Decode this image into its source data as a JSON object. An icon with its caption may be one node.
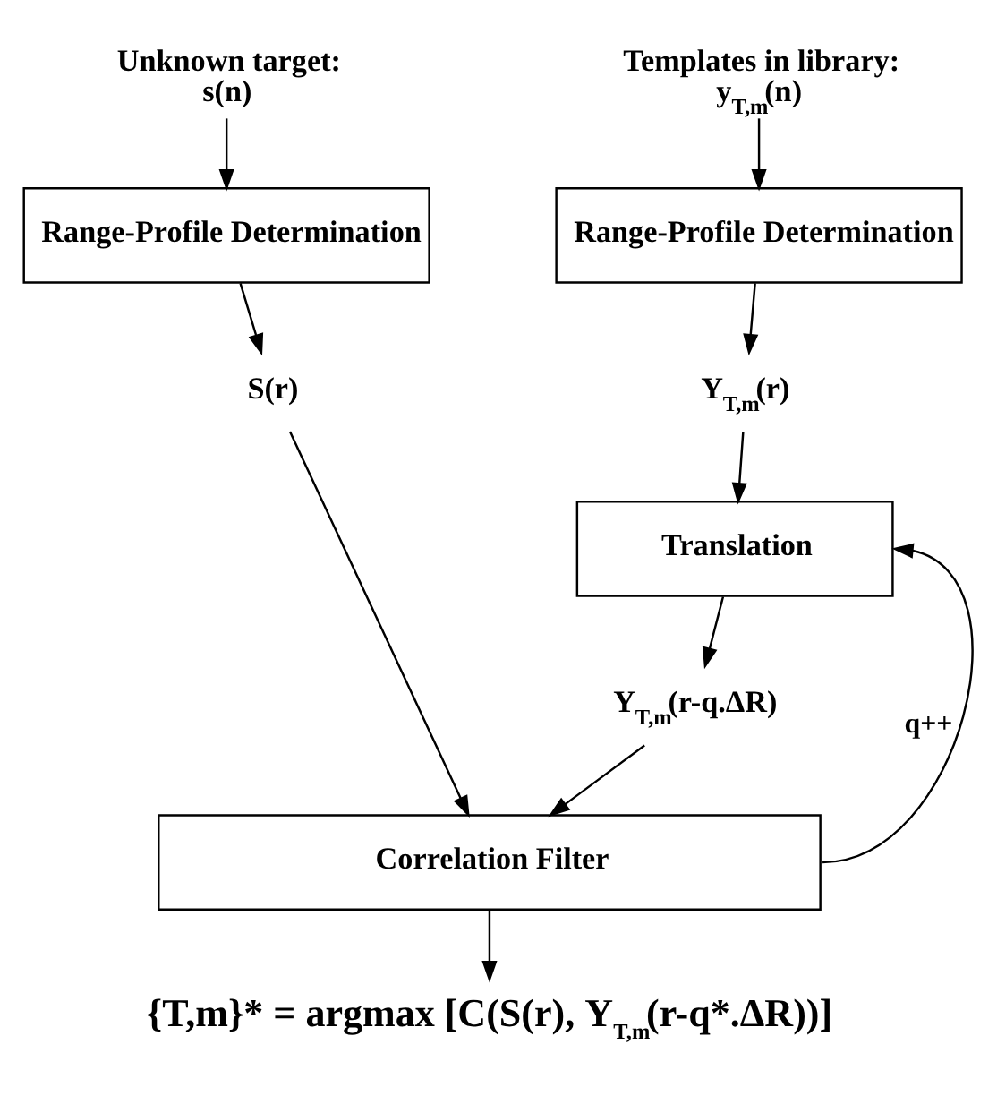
{
  "diagram": {
    "nodes": [
      {
        "text": [
          "Unknown target:",
          "s(n)"
        ]
      },
      {
        "text": [
          "Range-Profile Determination"
        ]
      },
      {
        "text": [
          "S(r)"
        ]
      },
      {
        "text": [
          "Templates in library:",
          "y$_{T,m}$(n)"
        ]
      },
      {
        "text": [
          "Range-Profile Determination"
        ]
      },
      {
        "text": [
          "Y$_{T,m}$(r)"
        ]
      },
      {
        "text": [
          "Translation"
        ]
      },
      {
        "text": [
          "Y$_{T,m}$(r-q.ΔR)"
        ]
      },
      {
        "text": [
          "Correlation Filter"
        ]
      },
      {
        "text": [
          "{T,m}* = argmax [C(S(r), Y$_{T,m}$(r-q*.ΔR))]"
        ]
      }
    ],
    "edges": [
      {
        "from": 0,
        "to": 1,
        "arrow": "to"
      },
      {
        "from": 1,
        "to": 2,
        "arrow": "to"
      },
      {
        "from": 2,
        "to": 8,
        "arrow": "to"
      },
      {
        "from": 3,
        "to": 4,
        "arrow": "to"
      },
      {
        "from": 4,
        "to": 5,
        "arrow": "to"
      },
      {
        "from": 5,
        "to": 6,
        "arrow": "to"
      },
      {
        "from": 6,
        "to": 7,
        "arrow": "to"
      },
      {
        "from": 7,
        "to": 8,
        "arrow": "to"
      },
      {
        "from": 8,
        "to": 6,
        "arrow": "to",
        "label": "q++"
      },
      {
        "from": 8,
        "to": 9,
        "arrow": "to"
      }
    ]
  }
}
